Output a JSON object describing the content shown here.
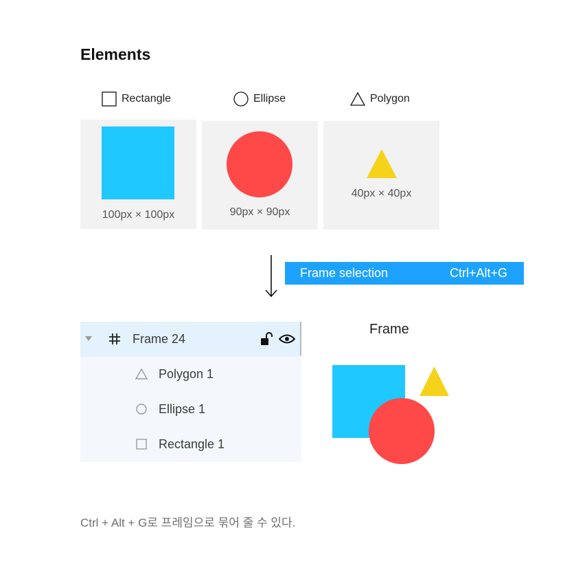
{
  "header": {
    "title": "Elements"
  },
  "elements": [
    {
      "label": "Rectangle",
      "icon": "square-outline-icon",
      "dimensions": "100px × 100px",
      "fill": "#1fc8ff"
    },
    {
      "label": "Ellipse",
      "icon": "circle-outline-icon",
      "dimensions": "90px × 90px",
      "fill": "#ff4848"
    },
    {
      "label": "Polygon",
      "icon": "triangle-outline-icon",
      "dimensions": "40px × 40px",
      "fill": "#f6d31b"
    }
  ],
  "shortcut": {
    "action": "Frame selection",
    "keys": "Ctrl+Alt+G",
    "color": "#1ea2ff"
  },
  "layers": {
    "frame": {
      "name": "Frame 24",
      "icon": "hash-icon",
      "expand_icon": "caret-down-icon",
      "lock_icon": "unlock-icon",
      "visibility_icon": "eye-icon"
    },
    "children": [
      {
        "name": "Polygon 1",
        "icon": "triangle-outline-icon"
      },
      {
        "name": "Ellipse 1",
        "icon": "circle-outline-icon"
      },
      {
        "name": "Rectangle 1",
        "icon": "square-outline-icon"
      }
    ]
  },
  "frame_preview": {
    "title": "Frame"
  },
  "caption": "Ctrl + Alt + G로 프레임으로 묶어 줄 수 있다."
}
